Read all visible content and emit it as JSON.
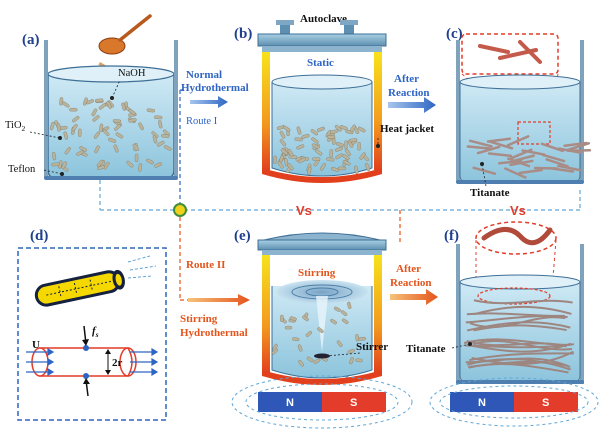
{
  "panels": {
    "a": {
      "label": "(a)",
      "naoh": "NaOH",
      "tio2": "TiO",
      "tio2_sub": "2",
      "teflon": "Teflon"
    },
    "b": {
      "label": "(b)",
      "autoclave": "Autoclave",
      "mode": "Static",
      "heat_jacket": "Heat jacket"
    },
    "c": {
      "label": "(c)",
      "product": "Titanate"
    },
    "d": {
      "label": "(d)",
      "flow": "U",
      "force": "f",
      "force_sub": "s",
      "radius": "2r"
    },
    "e": {
      "label": "(e)",
      "mode": "Stirring",
      "stirrer": "Stirrer",
      "magnet_n": "N",
      "magnet_s": "S"
    },
    "f": {
      "label": "(f)",
      "product": "Titanate",
      "magnet_n": "N",
      "magnet_s": "S"
    }
  },
  "route1": {
    "line1": "Normal",
    "line2": "Hydrothermal",
    "route": "Route I",
    "after1": "After",
    "after2": "Reaction"
  },
  "route2": {
    "route": "Route II",
    "line1": "Stirring",
    "line2": "Hydrothermal",
    "after1": "After",
    "after2": "Reaction"
  },
  "vs": [
    "Vs",
    "Vs"
  ],
  "colors": {
    "route1": "#2e65c4",
    "route2": "#e4541c",
    "label": "#1f3f8f",
    "vs": "#e33c2a"
  }
}
